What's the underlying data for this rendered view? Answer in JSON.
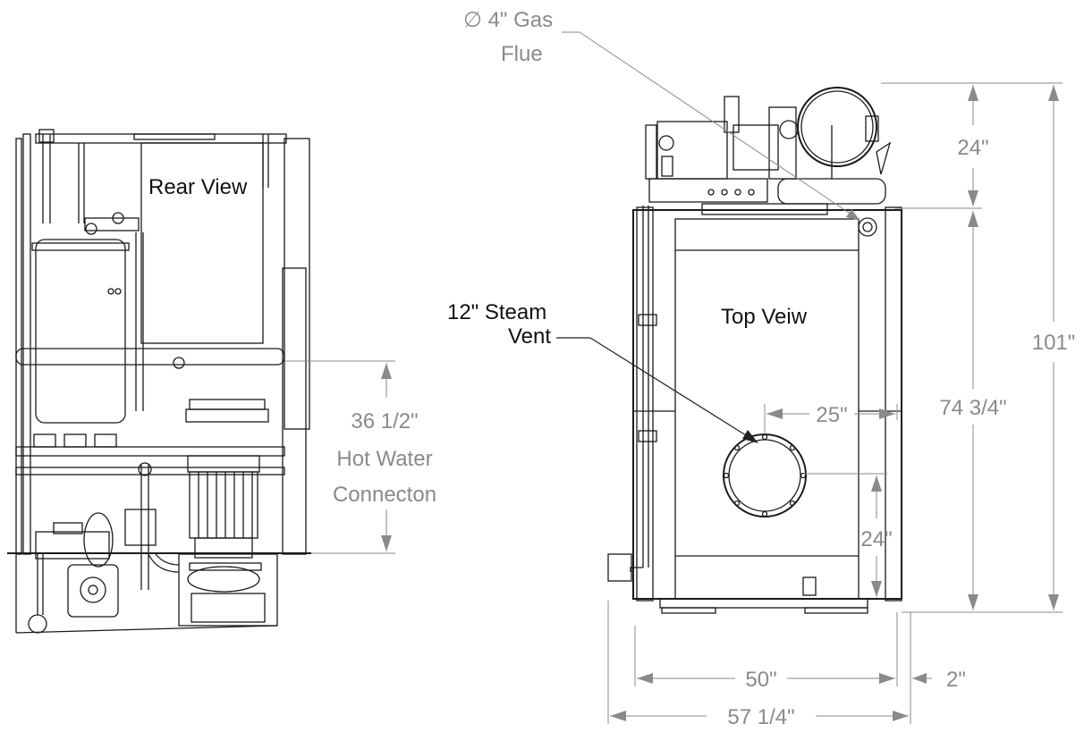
{
  "labels": {
    "rear_view": "Rear View",
    "top_view": "Top Veiw",
    "gas_flue_line1": "∅ 4\" Gas",
    "gas_flue_line2": "Flue",
    "steam_vent_line1": "12\" Steam",
    "steam_vent_line2": "Vent",
    "hot_water_line1": "36 1/2\"",
    "hot_water_line2": "Hot Water",
    "hot_water_line3": "Connecton"
  },
  "dimensions": {
    "top_height": "24\"",
    "overall_height": "101\"",
    "body_height": "74 3/4\"",
    "vent_offset_x": "25\"",
    "vent_offset_y": "24\"",
    "body_width": "50\"",
    "side_gap": "2\"",
    "overall_width": "57 1/4\""
  },
  "colors": {
    "line": "#1a1a1a",
    "dimension": "#8a8a8a",
    "text": "#111111"
  }
}
